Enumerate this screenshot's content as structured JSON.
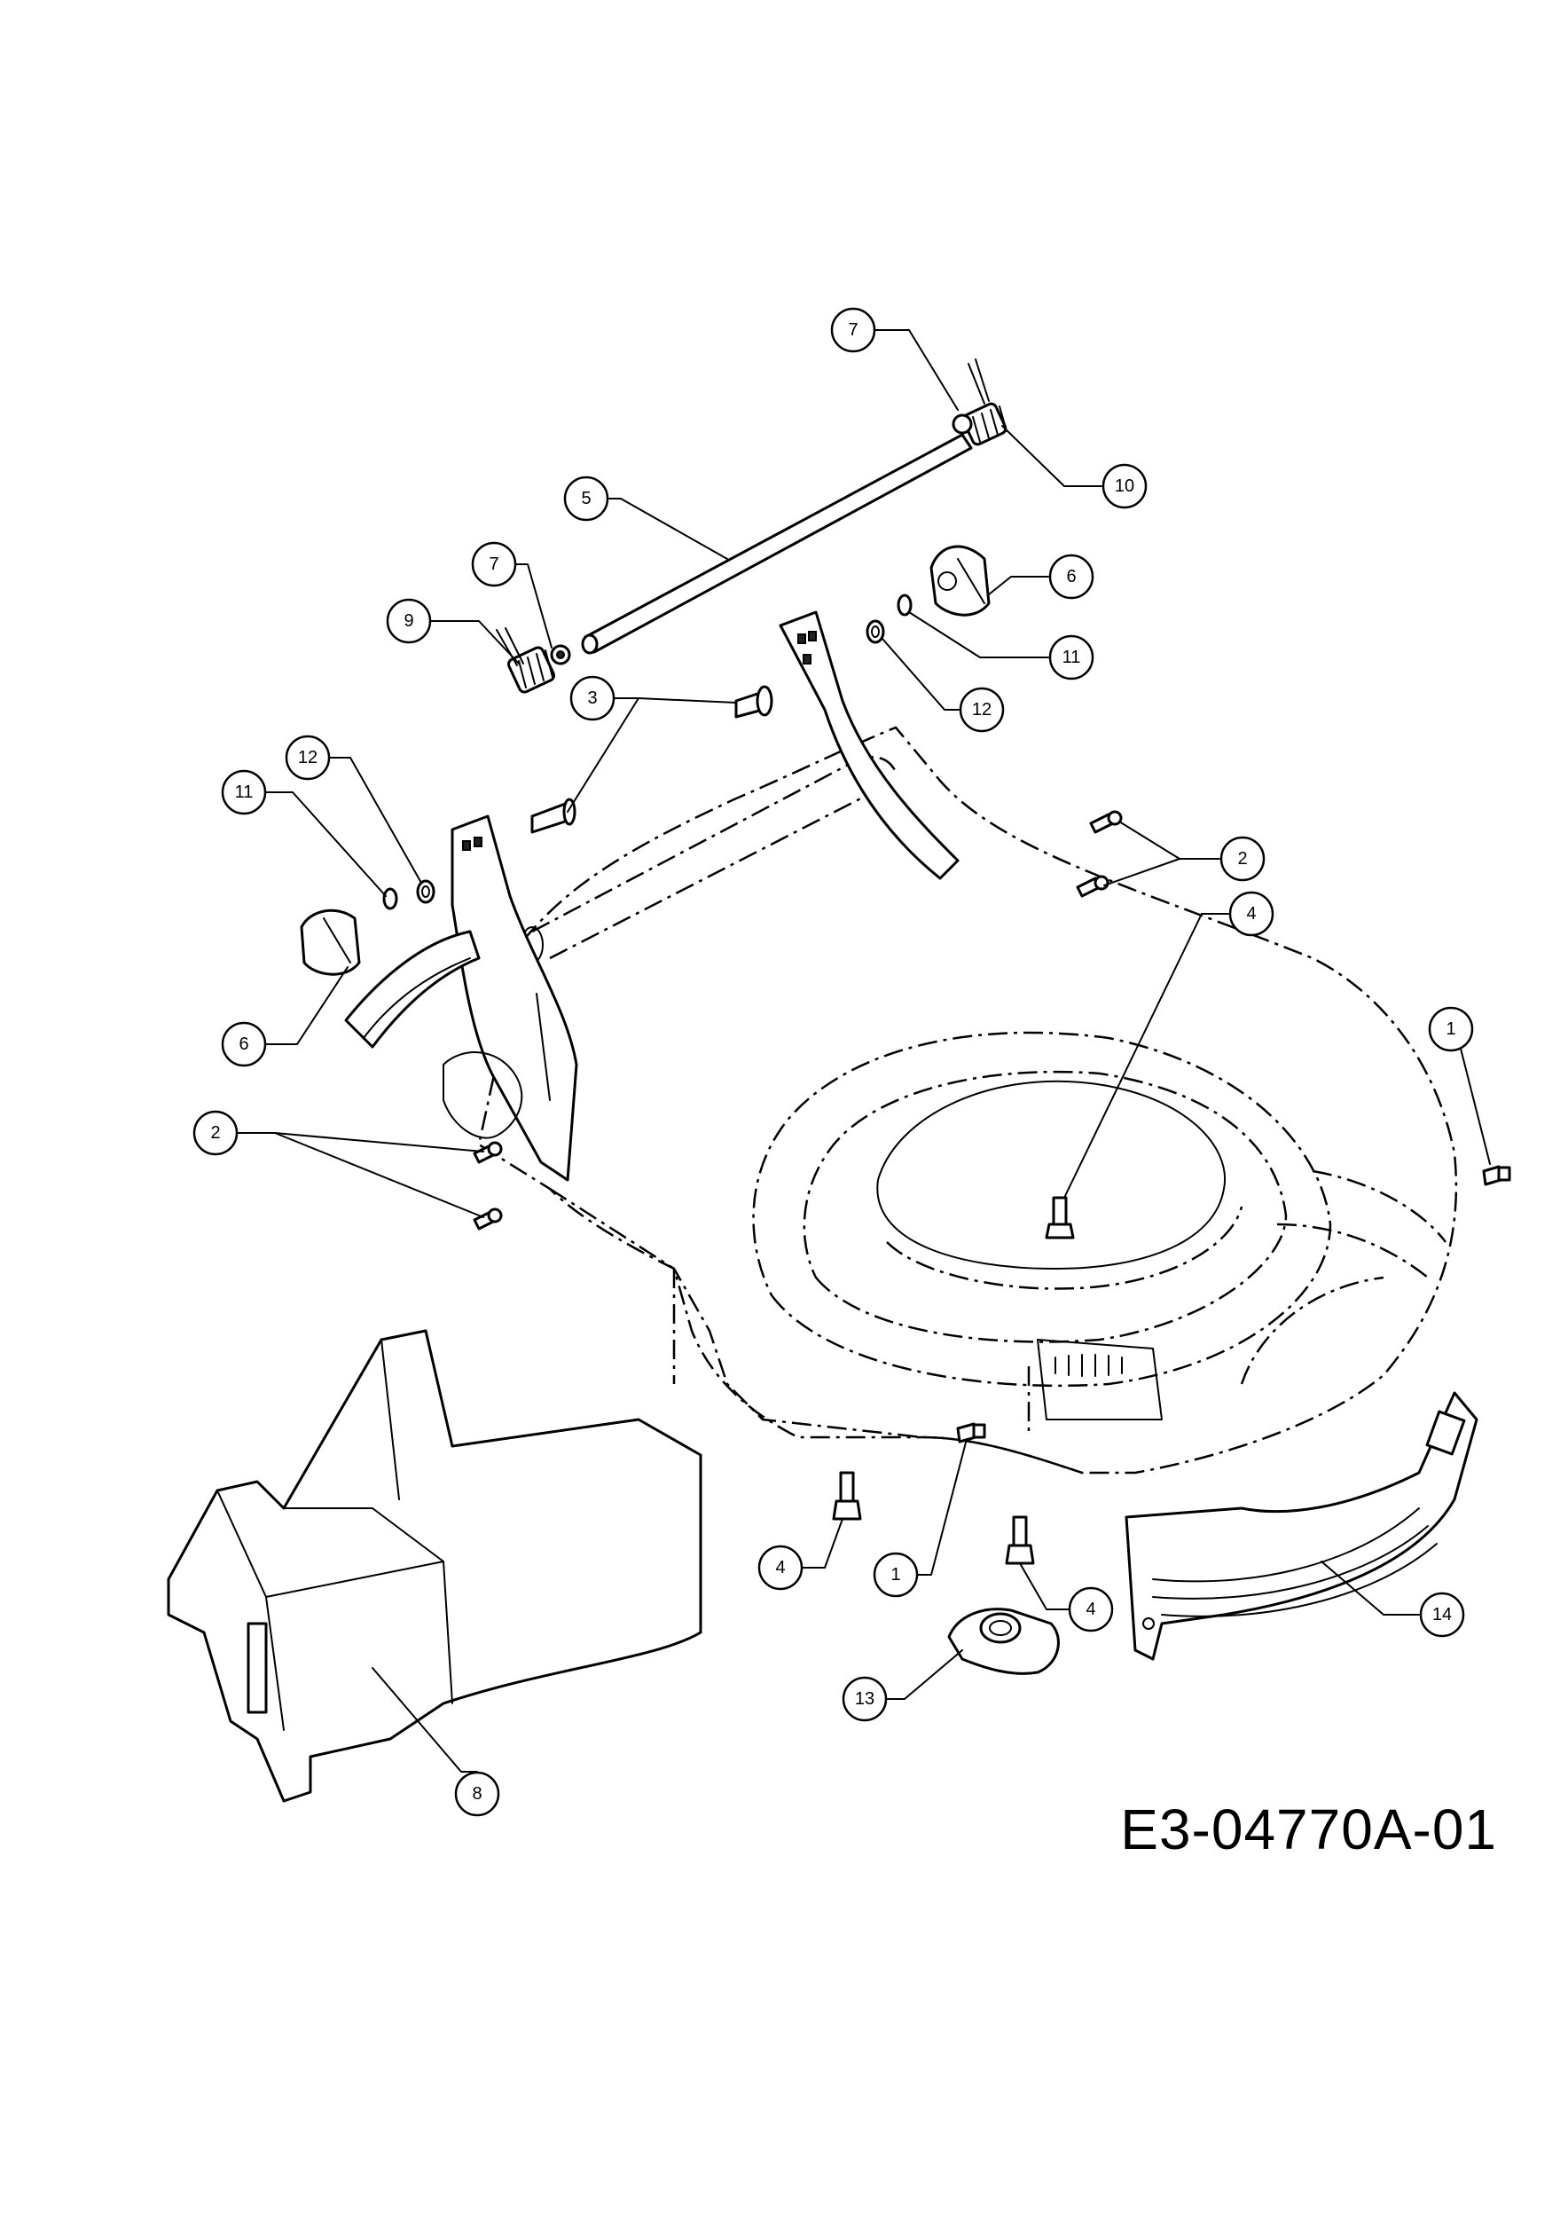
{
  "drawing_id": "E3-04770A-01",
  "callouts": [
    {
      "id": "c7a",
      "label": "7",
      "part": "spring-clip"
    },
    {
      "id": "c10",
      "label": "10",
      "part": "torsion-spring-right"
    },
    {
      "id": "c5",
      "label": "5",
      "part": "height-adjust-axle"
    },
    {
      "id": "c7b",
      "label": "7",
      "part": "spring-clip"
    },
    {
      "id": "c9",
      "label": "9",
      "part": "torsion-spring-left"
    },
    {
      "id": "c6a",
      "label": "6",
      "part": "wheel-cap"
    },
    {
      "id": "c11a",
      "label": "11",
      "part": "lock-washer"
    },
    {
      "id": "c12a",
      "label": "12",
      "part": "flat-washer"
    },
    {
      "id": "c3",
      "label": "3",
      "part": "shoulder-bolt"
    },
    {
      "id": "c12b",
      "label": "12",
      "part": "flat-washer"
    },
    {
      "id": "c11b",
      "label": "11",
      "part": "lock-washer"
    },
    {
      "id": "c2a",
      "label": "2",
      "part": "screw"
    },
    {
      "id": "c4a",
      "label": "4",
      "part": "hex-bolt"
    },
    {
      "id": "c1a",
      "label": "1",
      "part": "hex-screw"
    },
    {
      "id": "c6b",
      "label": "6",
      "part": "wheel-cap"
    },
    {
      "id": "c2b",
      "label": "2",
      "part": "screw"
    },
    {
      "id": "c4b",
      "label": "4",
      "part": "hex-bolt"
    },
    {
      "id": "c1b",
      "label": "1",
      "part": "hex-screw"
    },
    {
      "id": "c4c",
      "label": "4",
      "part": "hex-bolt"
    },
    {
      "id": "c14",
      "label": "14",
      "part": "rear-guard"
    },
    {
      "id": "c13",
      "label": "13",
      "part": "blade-adapter"
    },
    {
      "id": "c8",
      "label": "8",
      "part": "rear-flap"
    }
  ]
}
